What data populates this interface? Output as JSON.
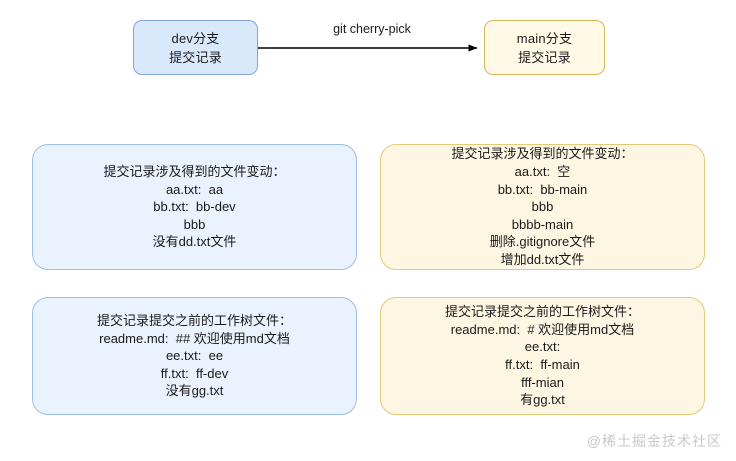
{
  "diagram": {
    "flow": {
      "source_box": {
        "lines": [
          "dev分支",
          "提交记录"
        ],
        "fill": "#dae8fc",
        "stroke": "#7ea6e0"
      },
      "target_box": {
        "lines": [
          "main分支",
          "提交记录"
        ],
        "fill": "#fff9e6",
        "stroke": "#d6b656"
      },
      "edge_label": "git cherry-pick",
      "edge_color": "#000000"
    },
    "panels": {
      "dev_changes": {
        "lines": [
          "提交记录涉及得到的文件变动：",
          "aa.txt:  aa",
          "bb.txt:  bb-dev",
          "bbb",
          "没有dd.txt文件"
        ],
        "fill": "#eaf2fd",
        "stroke": "#9cc0ea"
      },
      "main_changes": {
        "lines": [
          "提交记录涉及得到的文件变动：",
          "aa.txt:  空",
          "bb.txt:  bb-main",
          "bbb",
          "bbbb-main",
          "删除.gitignore文件",
          "增加dd.txt文件"
        ],
        "fill": "#fdf6e3",
        "stroke": "#e3c97a"
      },
      "dev_worktree": {
        "lines": [
          "提交记录提交之前的工作树文件：",
          "readme.md:  ## 欢迎使用md文档",
          "ee.txt:  ee",
          "ff.txt:  ff-dev",
          "没有gg.txt"
        ],
        "fill": "#eaf2fd",
        "stroke": "#9cc0ea"
      },
      "main_worktree": {
        "lines": [
          "提交记录提交之前的工作树文件：",
          "readme.md:  # 欢迎使用md文档",
          "ee.txt:",
          "ff.txt:  ff-main",
          "fff-mian",
          "有gg.txt"
        ],
        "fill": "#fdf6e3",
        "stroke": "#e3c97a"
      }
    },
    "watermark": "@稀土掘金技术社区"
  }
}
